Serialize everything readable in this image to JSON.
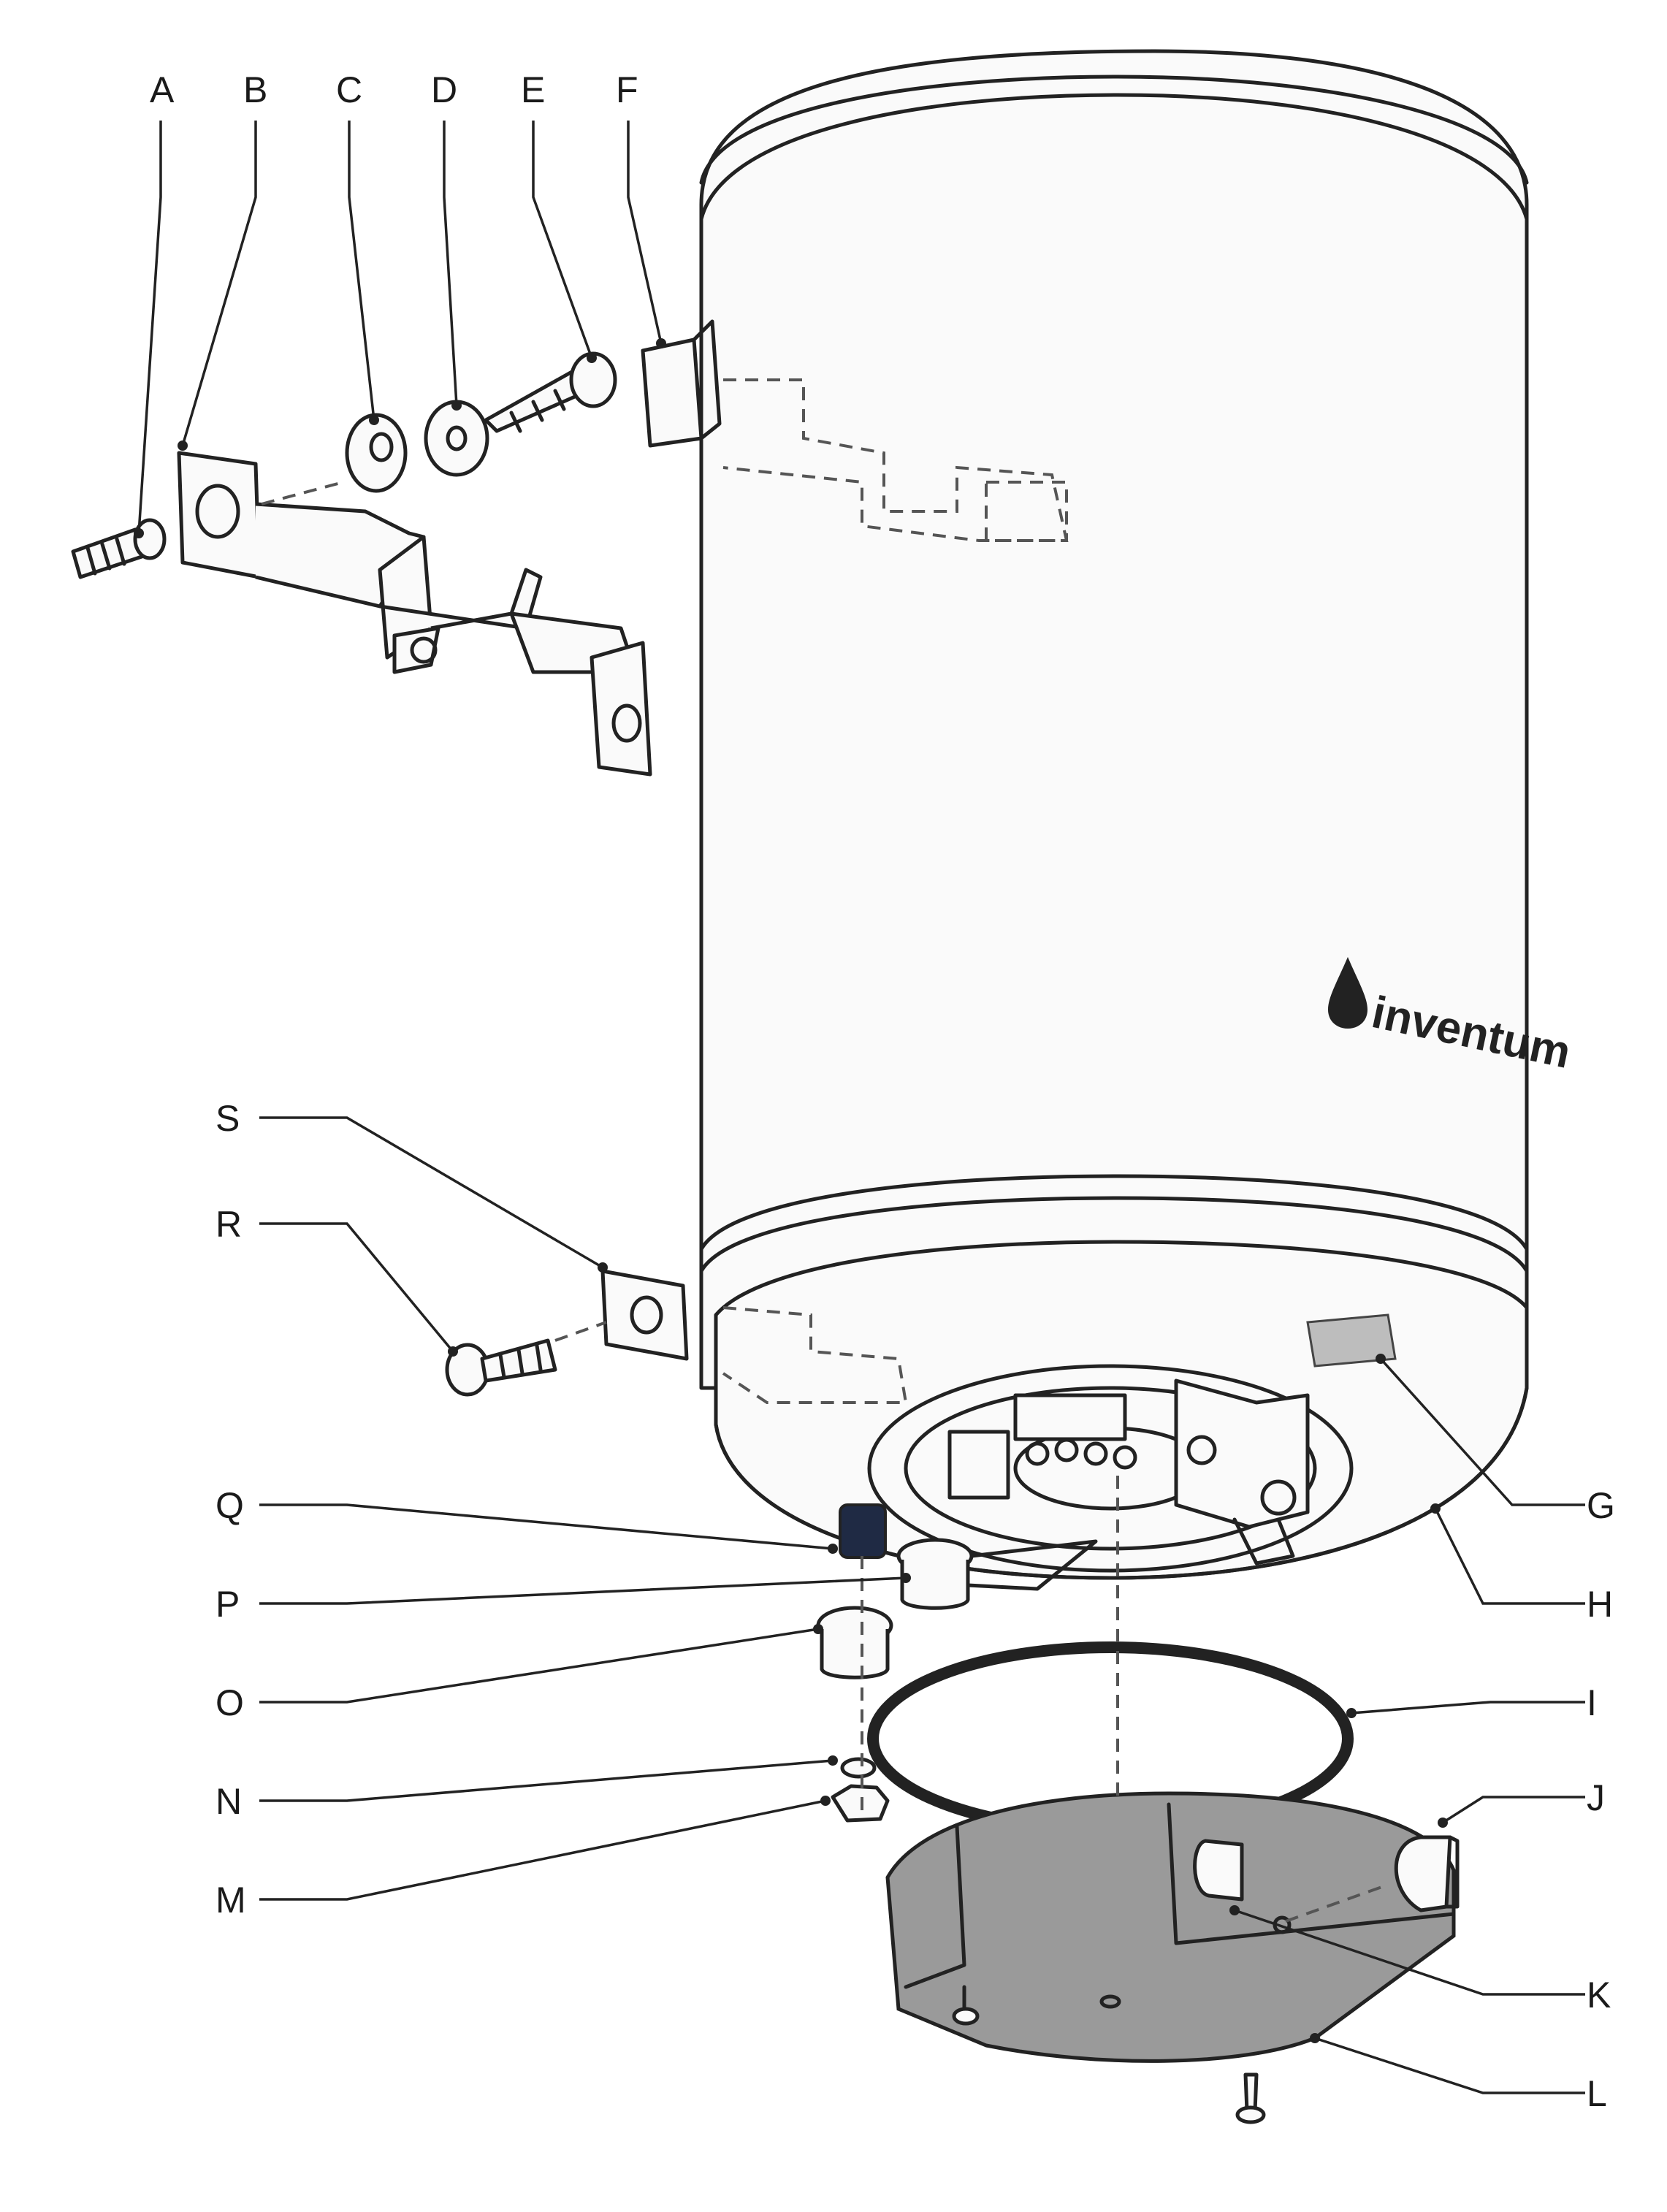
{
  "brand": {
    "text": "inventum"
  },
  "labels": [
    {
      "id": "A",
      "text": "A"
    },
    {
      "id": "B",
      "text": "B"
    },
    {
      "id": "C",
      "text": "C"
    },
    {
      "id": "D",
      "text": "D"
    },
    {
      "id": "E",
      "text": "E"
    },
    {
      "id": "F",
      "text": "F"
    },
    {
      "id": "G",
      "text": "G"
    },
    {
      "id": "H",
      "text": "H"
    },
    {
      "id": "I",
      "text": "I"
    },
    {
      "id": "J",
      "text": "J"
    },
    {
      "id": "K",
      "text": "K"
    },
    {
      "id": "L",
      "text": "L"
    },
    {
      "id": "M",
      "text": "M"
    },
    {
      "id": "N",
      "text": "N"
    },
    {
      "id": "O",
      "text": "O"
    },
    {
      "id": "P",
      "text": "P"
    },
    {
      "id": "Q",
      "text": "Q"
    },
    {
      "id": "R",
      "text": "R"
    },
    {
      "id": "S",
      "text": "S"
    }
  ],
  "colors": {
    "line": "#222222",
    "cover": "#9a9a9a",
    "label_plate": "#bdbdbd",
    "plug": "#1f2a44"
  }
}
